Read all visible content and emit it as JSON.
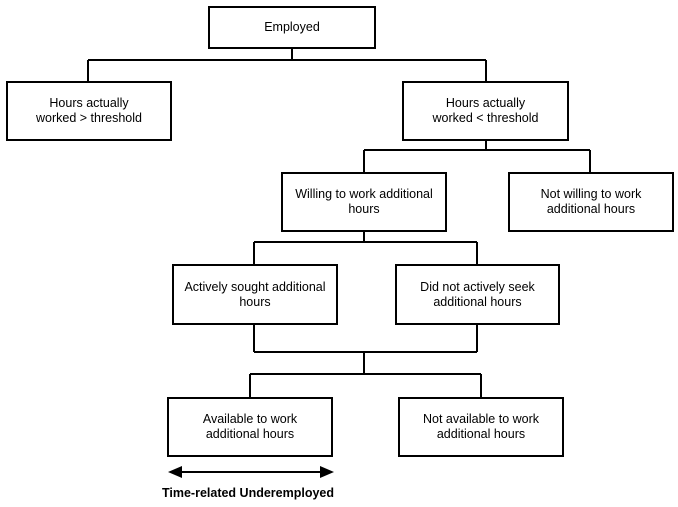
{
  "nodes": {
    "employed": "Employed",
    "above_threshold": "Hours actually\nworked > threshold",
    "below_threshold": "Hours actually\nworked < threshold",
    "willing": "Willing to work additional\nhours",
    "not_willing": "Not willing to work\nadditional hours",
    "sought": "Actively sought additional\nhours",
    "not_sought": "Did not actively seek\nadditional hours",
    "available": "Available to work\nadditional hours",
    "not_available": "Not available to work\nadditional hours"
  },
  "caption": "Time-related Underemployed"
}
